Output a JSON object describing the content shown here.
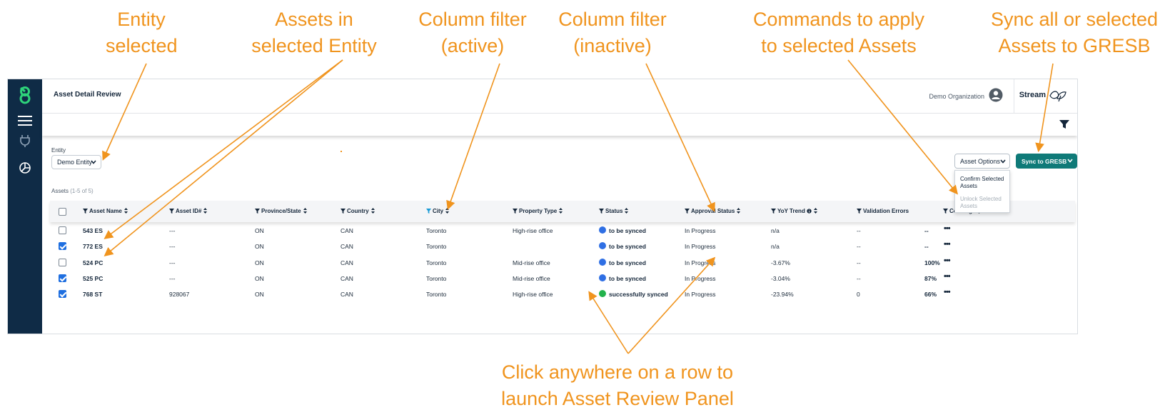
{
  "callouts": {
    "entity_selected": [
      "Entity",
      "selected"
    ],
    "assets_in_entity": [
      "Assets in",
      "selected Entity"
    ],
    "column_filter_active": [
      "Column filter",
      "(active)"
    ],
    "column_filter_inactive": [
      "Column filter",
      "(inactive)"
    ],
    "commands": [
      "Commands to apply",
      "to selected Assets"
    ],
    "sync": [
      "Sync all or selected",
      "Assets to GRESB"
    ],
    "row_click": [
      "Click anywhere on a row to",
      "launch Asset Review Panel"
    ]
  },
  "app": {
    "page_title": "Asset Detail Review",
    "org_name": "Demo Organization",
    "brand": "Stream",
    "entity": {
      "label": "Entity",
      "value": "Demo Entity"
    },
    "assets_count": {
      "label": "Assets",
      "range": "(1-5 of 5)"
    },
    "buttons": {
      "asset_options": "Asset Options",
      "sync": "Sync to GRESB"
    },
    "menu": {
      "confirm": "Confirm Selected Assets",
      "unlock": "Unlock Selected Assets"
    },
    "columns": [
      "Asset Name",
      "Asset ID#",
      "Province/State",
      "Country",
      "City",
      "Property Type",
      "Status",
      "Approval Status",
      "YoY Trend",
      "Validation Errors",
      "Coverage"
    ],
    "rows": [
      {
        "checked": false,
        "name": "543 ES",
        "id": "---",
        "province": "ON",
        "country": "CAN",
        "city": "Toronto",
        "type": "High-rise office",
        "status": "to be synced",
        "approval": "In Progress",
        "yoy": "n/a",
        "errors": "--",
        "coverage": "--"
      },
      {
        "checked": true,
        "name": "772 ES",
        "id": "---",
        "province": "ON",
        "country": "CAN",
        "city": "Toronto",
        "type": "",
        "status": "to be synced",
        "approval": "In Progress",
        "yoy": "n/a",
        "errors": "--",
        "coverage": "--"
      },
      {
        "checked": false,
        "name": "524 PC",
        "id": "---",
        "province": "ON",
        "country": "CAN",
        "city": "Toronto",
        "type": "Mid-rise office",
        "status": "to be synced",
        "approval": "In Progress",
        "yoy": "-3.67%",
        "errors": "--",
        "coverage": "100%"
      },
      {
        "checked": true,
        "name": "525 PC",
        "id": "---",
        "province": "ON",
        "country": "CAN",
        "city": "Toronto",
        "type": "Mid-rise office",
        "status": "to be synced",
        "approval": "In Progress",
        "yoy": "-3.04%",
        "errors": "--",
        "coverage": "87%"
      },
      {
        "checked": true,
        "name": "768 ST",
        "id": "928067",
        "province": "ON",
        "country": "CAN",
        "city": "Toronto",
        "type": "High-rise office",
        "status": "successfully synced",
        "approval": "In Progress",
        "yoy": "-23.94%",
        "errors": "0",
        "coverage": "66%"
      }
    ],
    "row_more_label": "•••"
  },
  "colors": {
    "callout": "#f0941e",
    "rail": "#0f2b46",
    "accent": "#0f7a78",
    "status_pending": "#2f6fe4",
    "status_synced": "#22b24c",
    "filter_active": "#1a9bd6"
  },
  "icons": {
    "rail": [
      "logo-icon",
      "menu-icon",
      "plug-icon",
      "pie-icon"
    ],
    "filter": "filter-icon",
    "sort": "sort-icon",
    "info": "info-icon"
  }
}
